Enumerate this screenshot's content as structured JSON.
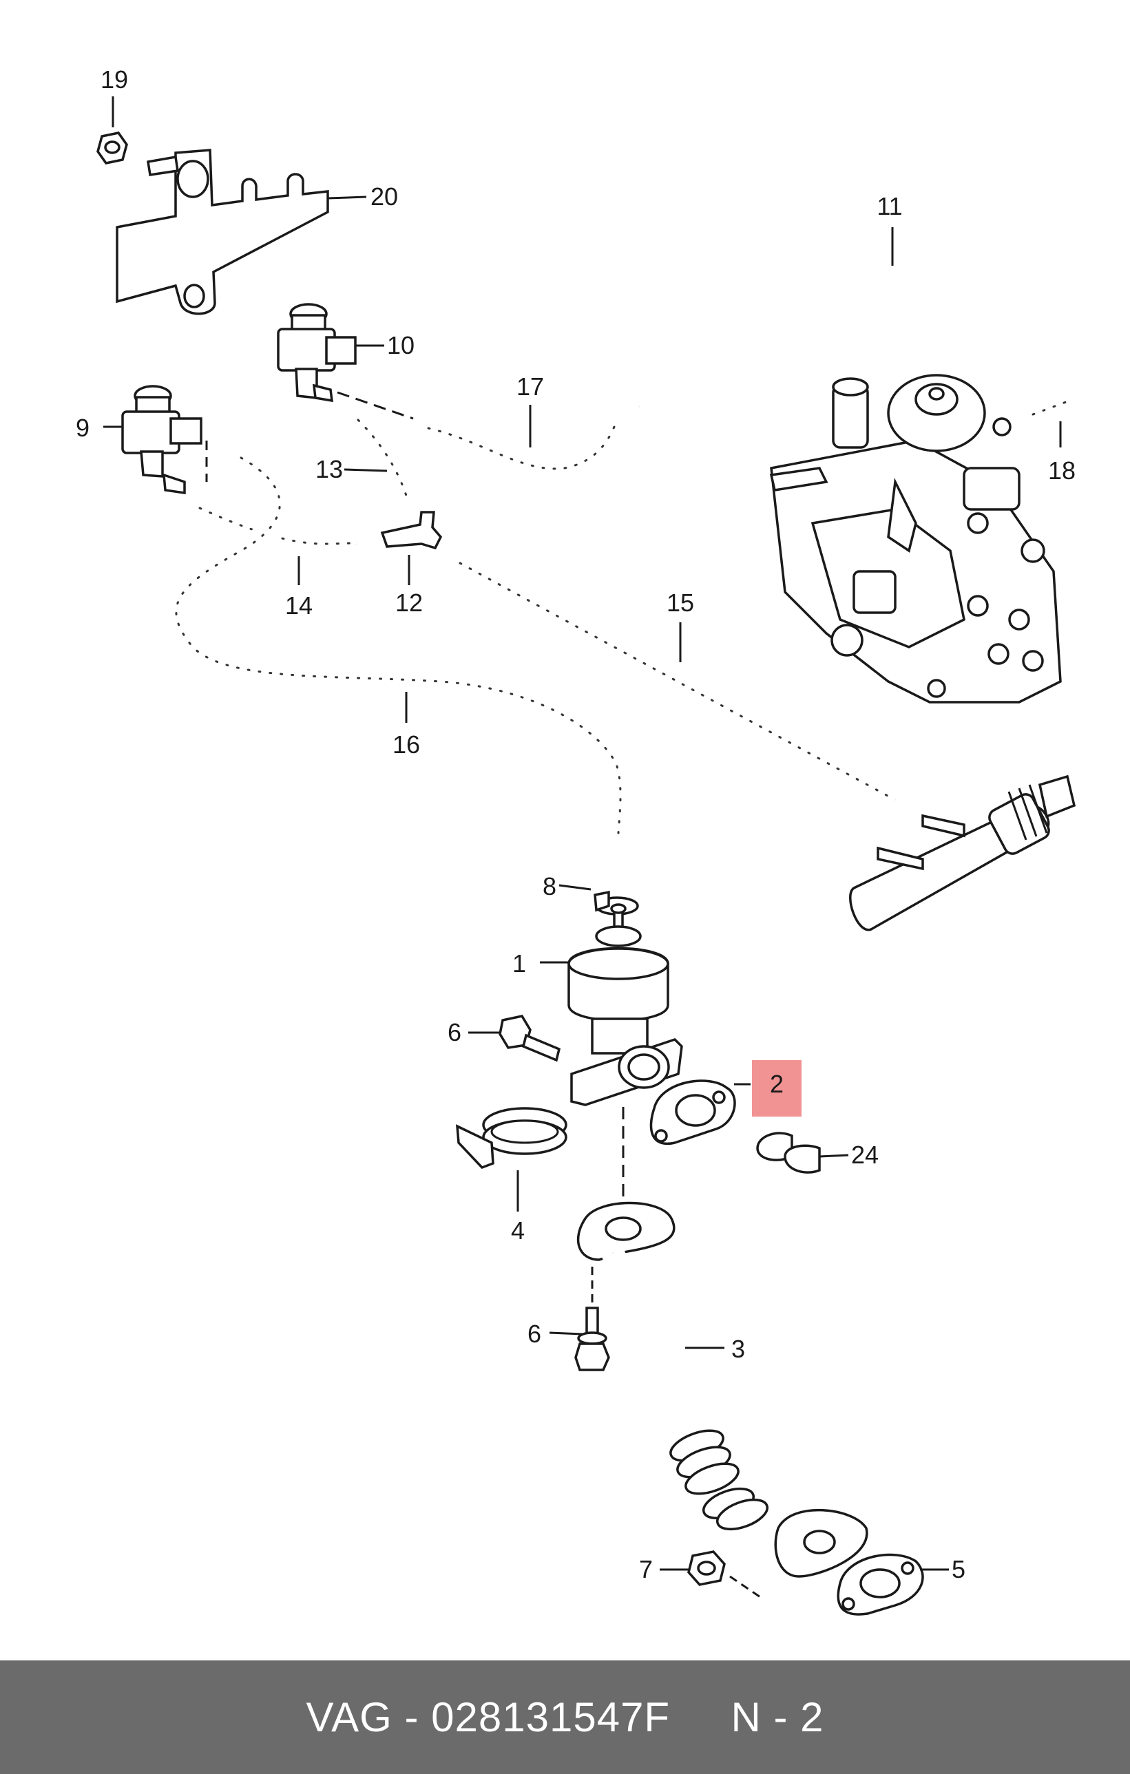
{
  "callouts": {
    "c1": "1",
    "c2": "2",
    "c3": "3",
    "c4": "4",
    "c5": "5",
    "c6a": "6",
    "c6b": "6",
    "c7": "7",
    "c8": "8",
    "c9": "9",
    "c10": "10",
    "c11": "11",
    "c12": "12",
    "c13": "13",
    "c14": "14",
    "c15": "15",
    "c16": "16",
    "c17": "17",
    "c18": "18",
    "c19": "19",
    "c20": "20",
    "c24": "24"
  },
  "highlight_color": "#f08080",
  "footer": {
    "brand": "VAG",
    "separator": "-",
    "part_number": "028131547F",
    "position_label": "N - 2"
  }
}
